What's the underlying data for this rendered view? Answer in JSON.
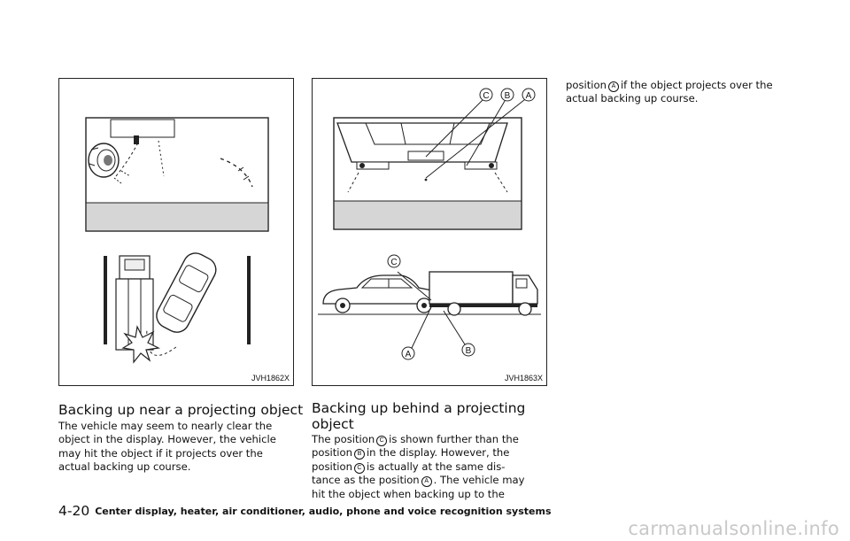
{
  "figure1": {
    "code": "JVH1862X"
  },
  "figure2": {
    "code": "JVH1863X",
    "labels": [
      "A",
      "B",
      "C"
    ]
  },
  "section1": {
    "heading": "Backing up near a projecting object",
    "body_lines": [
      "The vehicle may seem to nearly clear the",
      "object in the display. However, the vehicle",
      "may hit the object if it projects over the",
      "actual backing up course."
    ]
  },
  "section2": {
    "heading_lines": [
      "Backing up behind a projecting",
      "object"
    ],
    "body": {
      "p1": "The position",
      "c1": "C",
      "p2": "is shown further than the",
      "p3": "position",
      "c2": "B",
      "p4": "in the display. However, the",
      "p5": "position",
      "c3": "C",
      "p6": "is actually at the same dis-",
      "p7": "tance as the position",
      "c4": "A",
      "p8": ". The vehicle may",
      "p9": "hit the object when backing up to the"
    }
  },
  "section3": {
    "p1": "position",
    "c1": "A",
    "p2": "if the object projects over the",
    "p3": "actual backing up course."
  },
  "footer": {
    "page": "4-20",
    "title": "Center display, heater, air conditioner, audio, phone and voice recognition systems"
  },
  "watermark": "carmanualsonline.info"
}
